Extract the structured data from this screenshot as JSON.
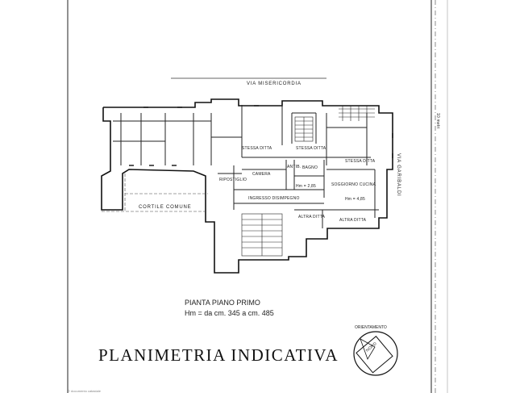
{
  "streets": {
    "top": "VIA MISERICORDIA",
    "right": "VIA GARIBALDI",
    "courtyard": "CORTILE COMUNE"
  },
  "rooms": {
    "stessa_ditta_1": "STESSA DITTA",
    "stessa_ditta_2": "STESSA DITTA",
    "stessa_ditta_3": "STESSA DITTA",
    "camera": "CAMERA",
    "bagno": "BAGNO",
    "antibagno": "ANTIB.",
    "ripostiglio": "RIPOSTIGLIO",
    "ingresso": "INGRESSO DISIMPEGNO",
    "soggiorno": "SOGGIORNO CUCINA",
    "altra_ditta_1": "ALTRA DITTA",
    "altra_ditta_2": "ALTRA DITTA",
    "height_1": "Hm = 2,85",
    "height_2": "Hm = 4,85",
    "margin_scale": "10 metri"
  },
  "caption": {
    "title": "PIANTA PIANO PRIMO",
    "heights": "Hm = da cm. 345 a cm. 485"
  },
  "main_title": "PLANIMETRIA INDICATIVA",
  "orientation": {
    "label": "ORIENTAMENTO",
    "north": "NORD"
  },
  "footer_note": "© documento catastale"
}
